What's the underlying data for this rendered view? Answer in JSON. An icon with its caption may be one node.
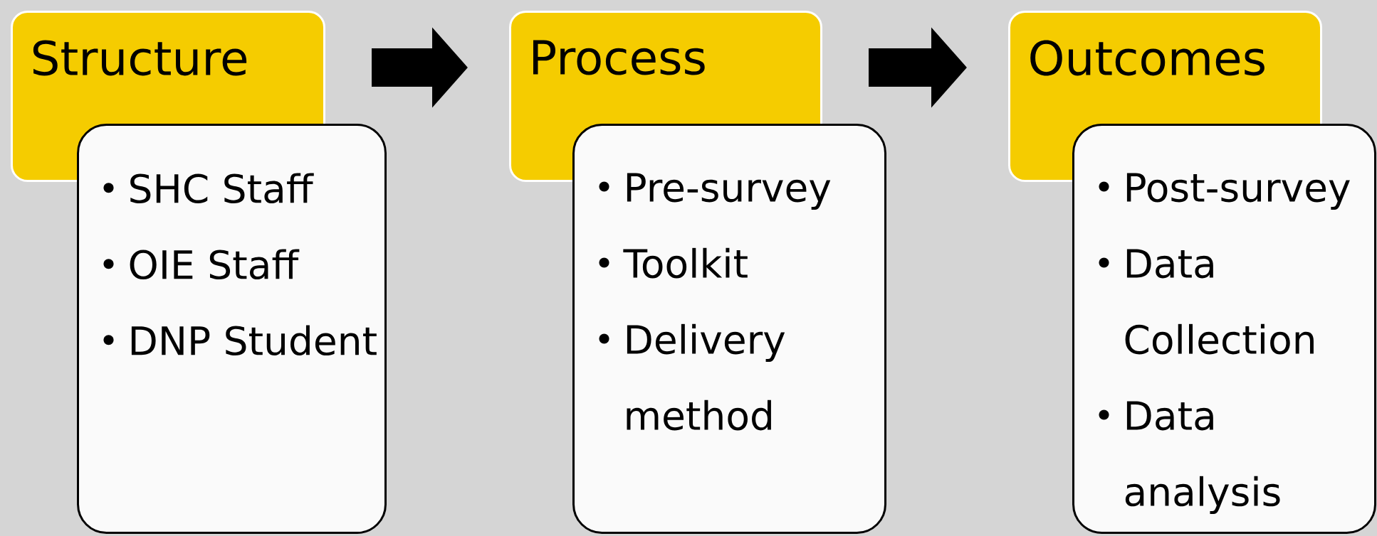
{
  "diagram": {
    "nodes": [
      {
        "text": [
          "Structure"
        ]
      },
      {
        "text": [
          "SHC Staff",
          "OIE Staff",
          "DNP Student"
        ]
      },
      {
        "text": [
          "Process"
        ]
      },
      {
        "text": [
          "Pre-survey",
          "Toolkit",
          "Delivery method"
        ]
      },
      {
        "text": [
          "Outcomes"
        ]
      },
      {
        "text": [
          "Post-survey",
          "Data Collection",
          "Data analysis"
        ]
      }
    ],
    "edges": [
      {
        "from": 0,
        "to": 2,
        "arrow": "to"
      },
      {
        "from": 2,
        "to": 4,
        "arrow": "to"
      }
    ]
  }
}
